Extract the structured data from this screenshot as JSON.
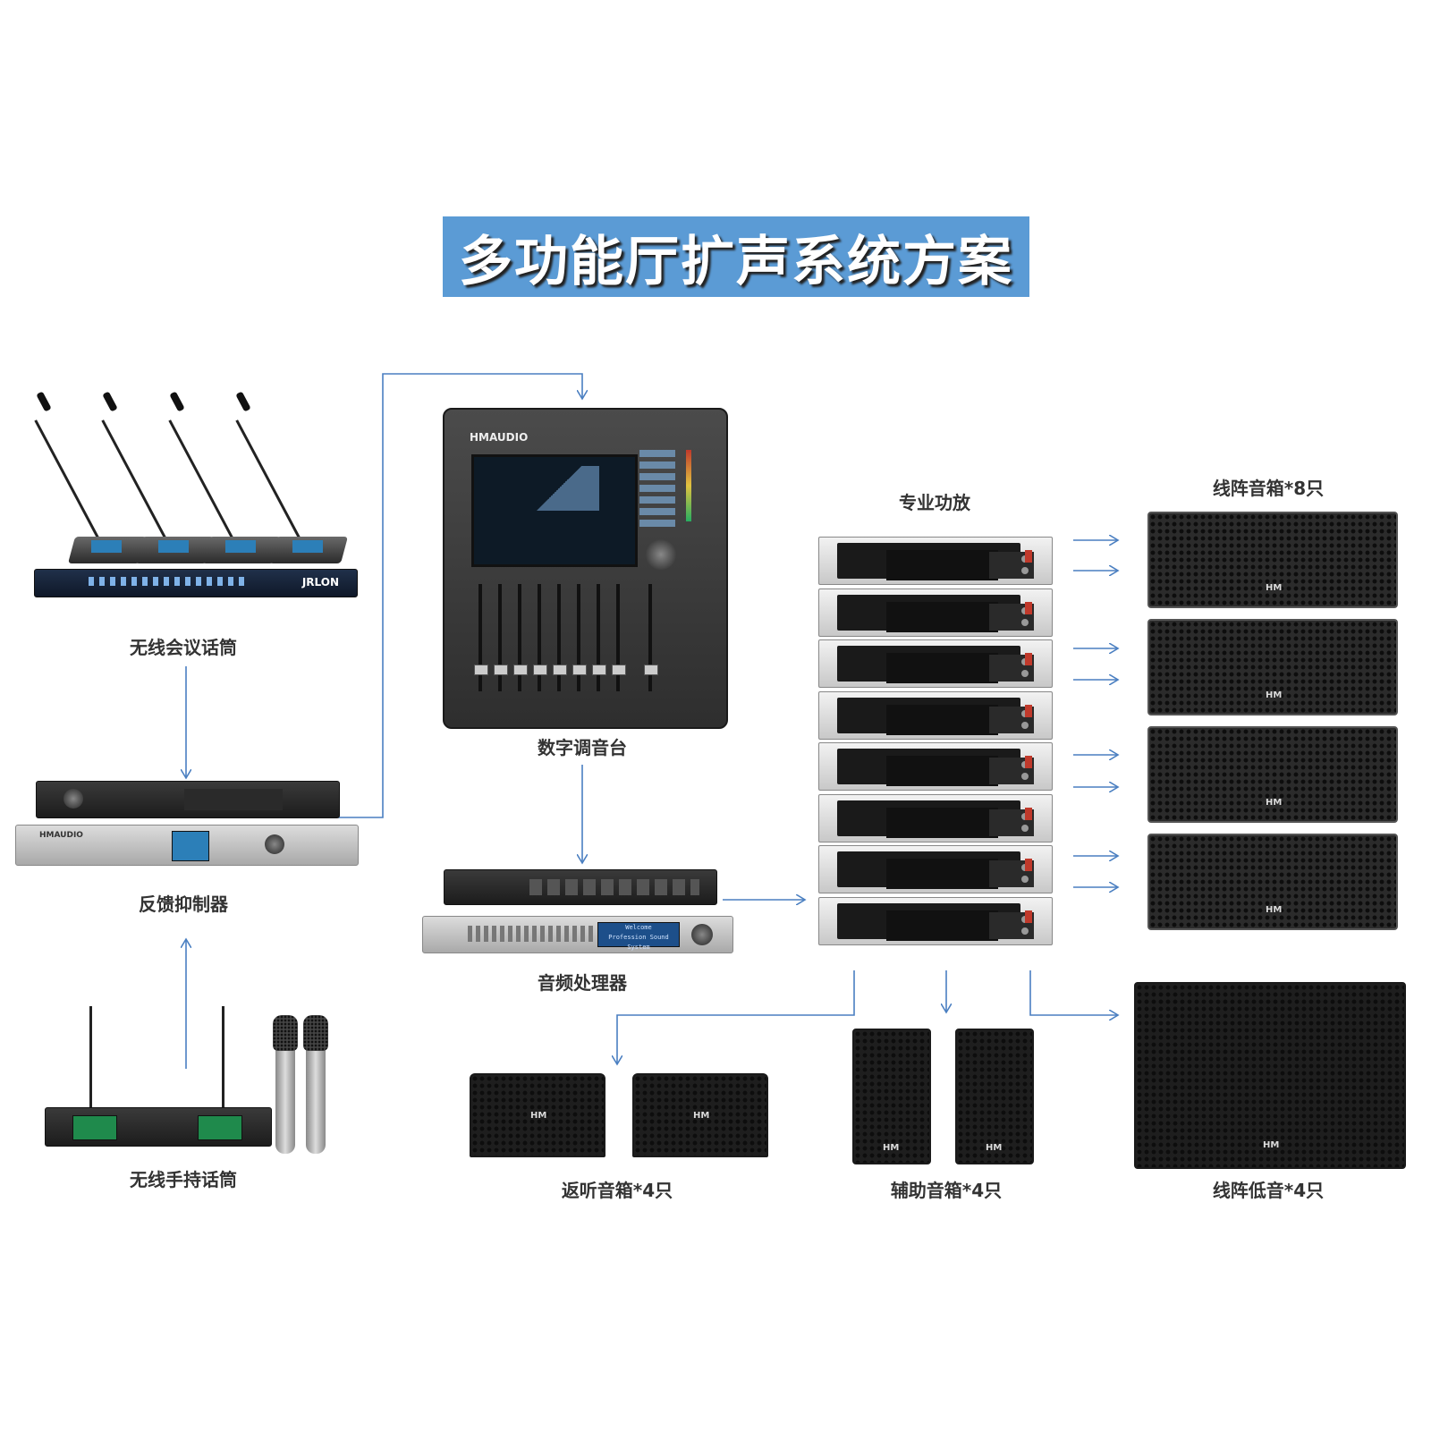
{
  "title": "多功能厅扩声系统方案",
  "devices": {
    "conference_mic": {
      "label": "无线会议话筒",
      "brand": "JRLON"
    },
    "feedback_suppressor": {
      "label": "反馈抑制器",
      "brand": "HMAUDIO"
    },
    "handheld_mic": {
      "label": "无线手持话筒"
    },
    "digital_mixer": {
      "label": "数字调音台",
      "brand": "HMAUDIO"
    },
    "audio_processor": {
      "label": "音频处理器",
      "screen_line1": "Welcome",
      "screen_line2": "Profession Sound System"
    },
    "power_amplifier": {
      "label": "专业功放",
      "count": 8
    },
    "line_array": {
      "label": "线阵音箱*8只",
      "count": 4
    },
    "monitor_speaker": {
      "label": "返听音箱*4只",
      "count": 2
    },
    "aux_speaker": {
      "label": "辅助音箱*4只",
      "count": 2
    },
    "line_array_sub": {
      "label": "线阵低音*4只"
    }
  },
  "speaker_logo": "HM",
  "colors": {
    "title_bg": "#5b9bd5",
    "title_text": "#ffffff",
    "arrow": "#4a7fc1",
    "label_text": "#333333"
  }
}
